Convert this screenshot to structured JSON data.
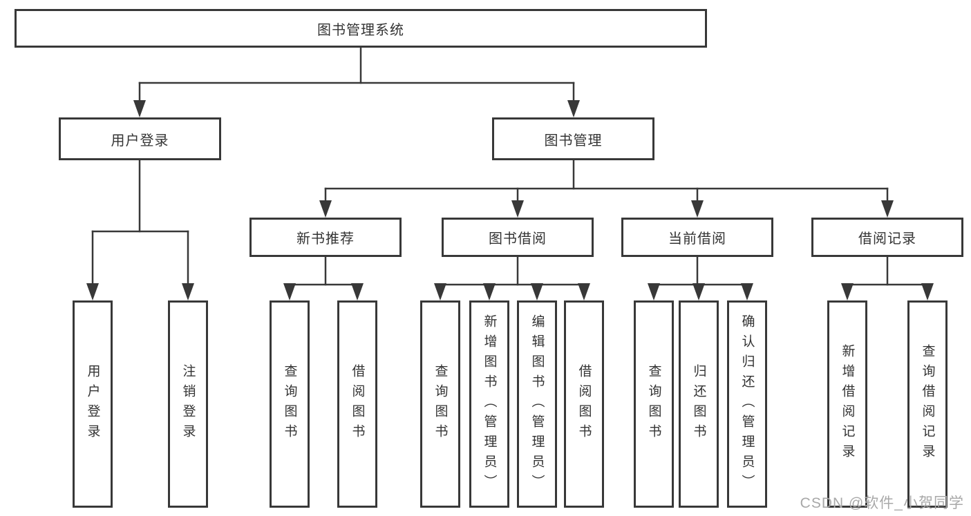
{
  "diagram": {
    "root": {
      "label": "图书管理系统"
    },
    "branches": [
      {
        "label": "用户登录",
        "children": [
          {
            "label": "用户登录"
          },
          {
            "label": "注销登录"
          }
        ]
      },
      {
        "label": "图书管理",
        "children": [
          {
            "label": "新书推荐",
            "children": [
              {
                "label": "查询图书"
              },
              {
                "label": "借阅图书"
              }
            ]
          },
          {
            "label": "图书借阅",
            "children": [
              {
                "label": "查询图书"
              },
              {
                "label": "新增图书（管理员）"
              },
              {
                "label": "编辑图书（管理员）"
              },
              {
                "label": "借阅图书"
              }
            ]
          },
          {
            "label": "当前借阅",
            "children": [
              {
                "label": "查询图书"
              },
              {
                "label": "归还图书"
              },
              {
                "label": "确认归还（管理员）"
              }
            ]
          },
          {
            "label": "借阅记录",
            "children": [
              {
                "label": "新增借阅记录"
              },
              {
                "label": "查询借阅记录"
              }
            ]
          }
        ]
      }
    ],
    "colors": {
      "line": "#383838",
      "box_border": "#383838",
      "text": "#333333",
      "background": "#ffffff"
    }
  },
  "watermark": {
    "text": "CSDN @软件_小贺同学",
    "color": "#a8a8a8"
  }
}
